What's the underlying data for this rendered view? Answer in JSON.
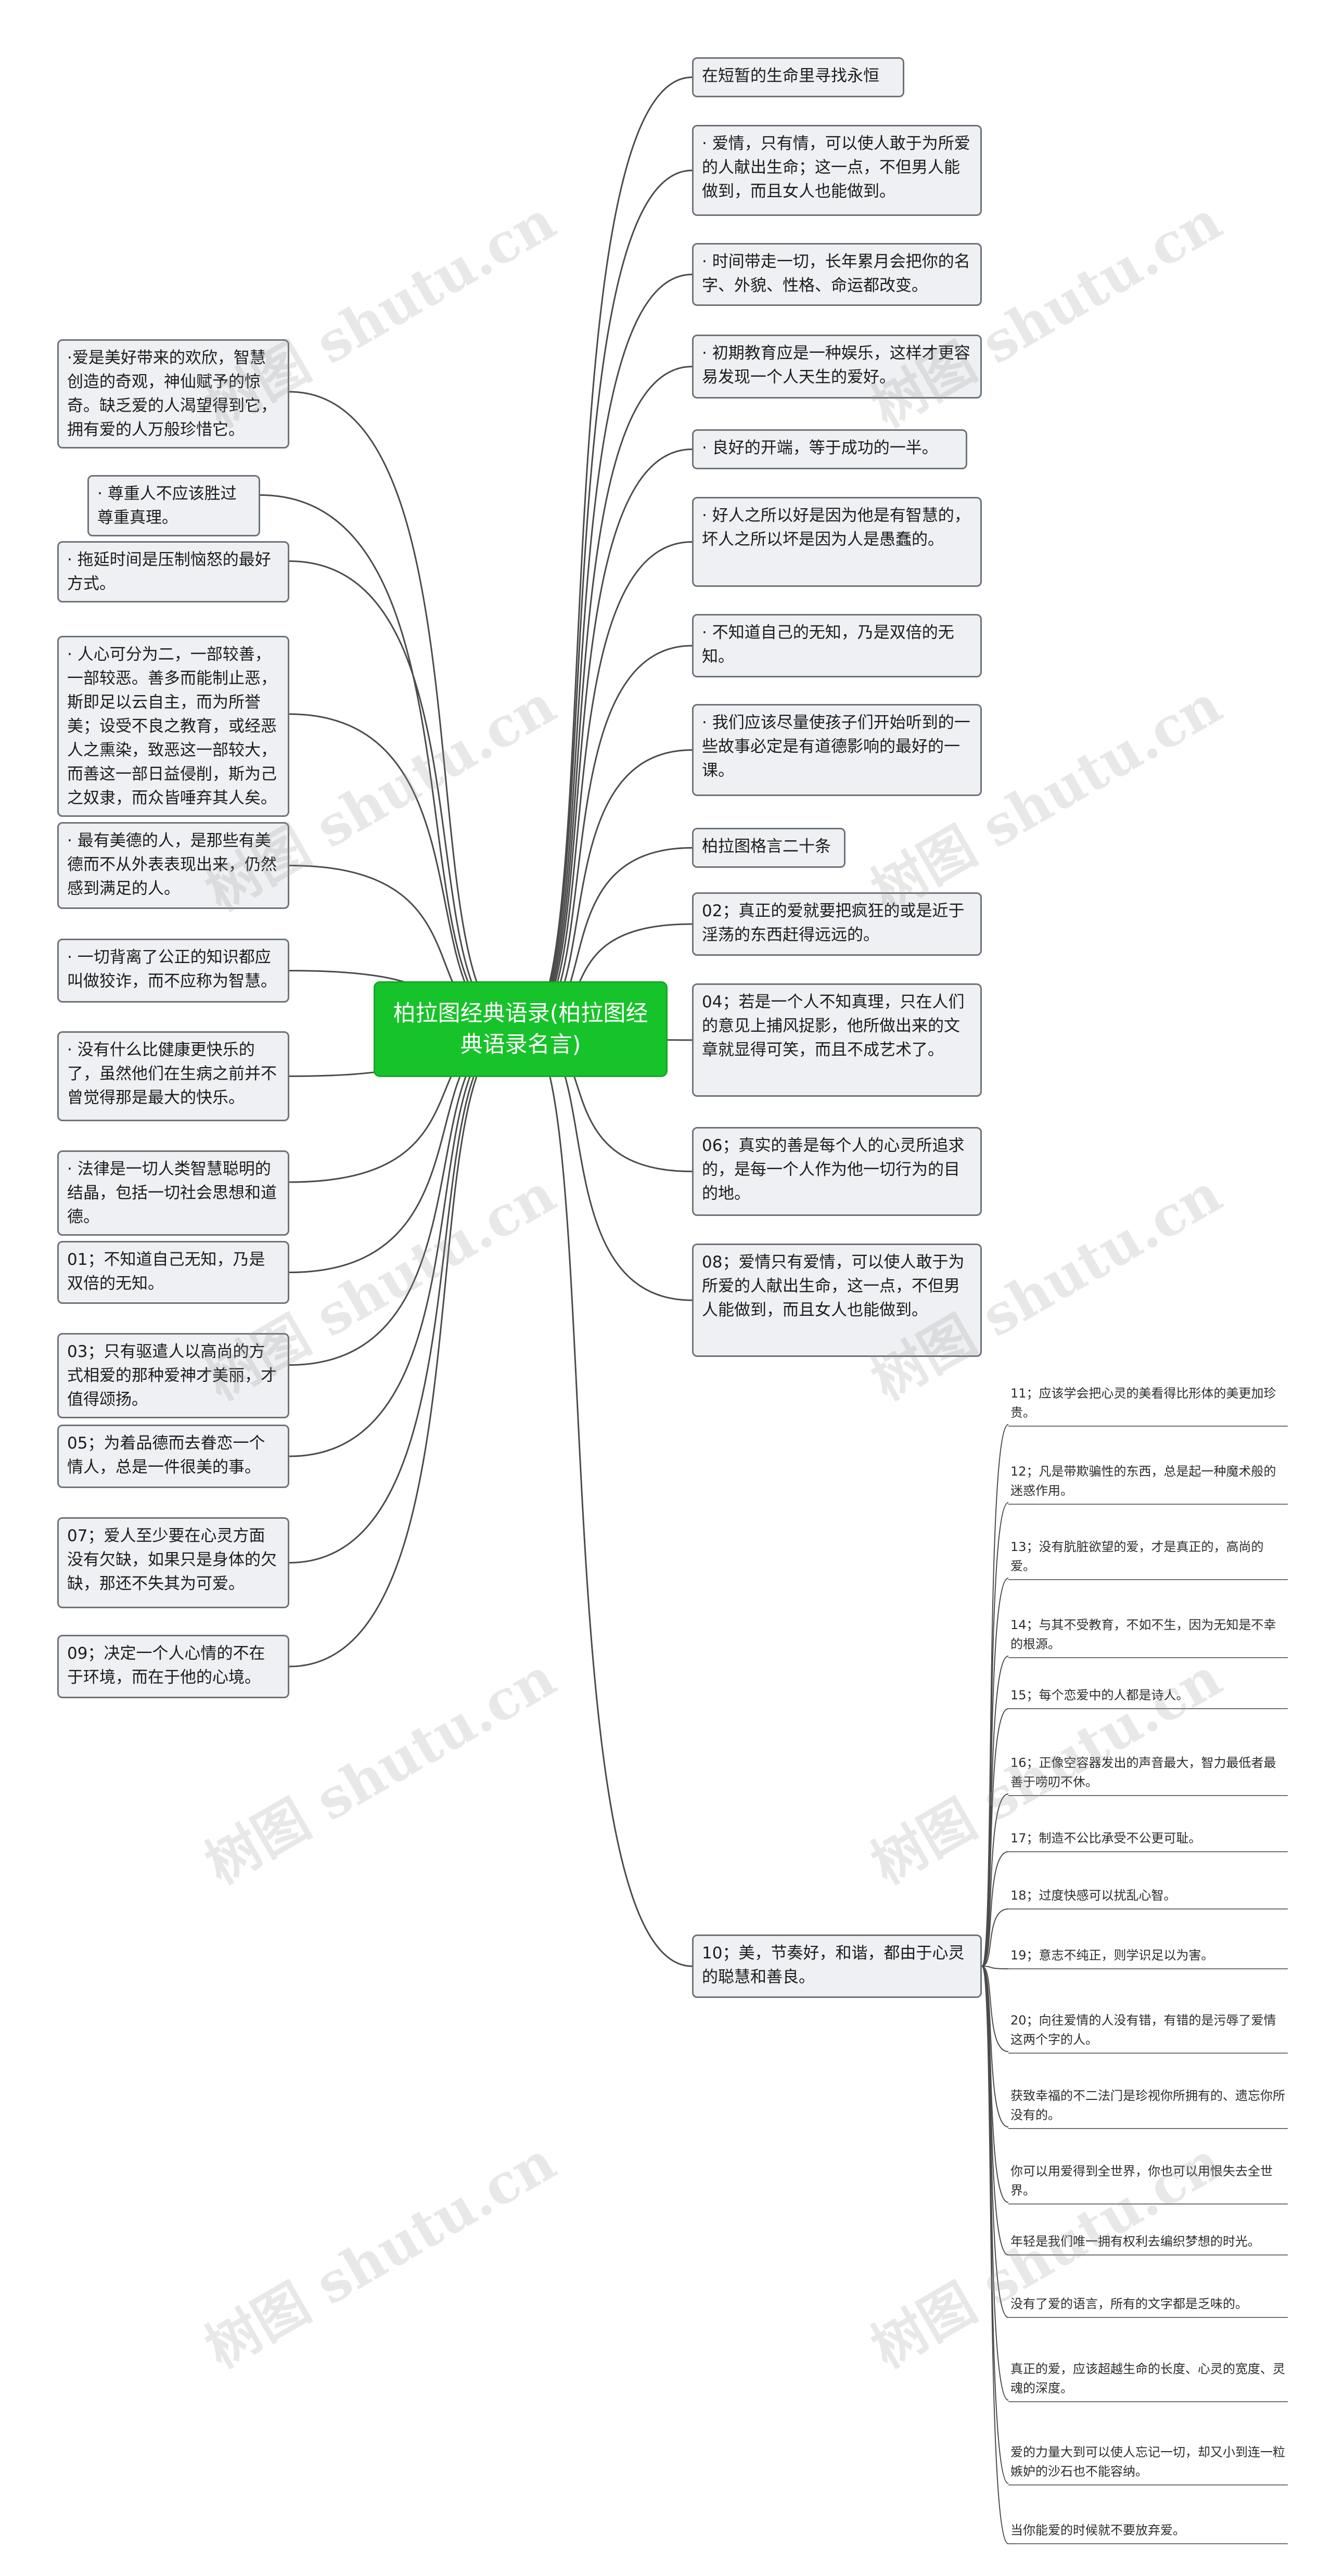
{
  "root": {
    "label": "柏拉图经典语录(柏拉图经典语录名言)"
  },
  "left_nodes": [
    "·爱是美好带来的欢欣，智慧创造的奇观，神仙赋予的惊奇。缺乏爱的人渴望得到它，拥有爱的人万般珍惜它。",
    "· 尊重人不应该胜过尊重真理。",
    "· 拖延时间是压制恼怒的最好方式。",
    "· 人心可分为二，一部较善，一部较恶。善多而能制止恶，斯即足以云自主，而为所誉美；设受不良之教育，或经恶人之熏染，致恶这一部较大，而善这一部日益侵削，斯为己之奴隶，而众皆唾弃其人矣。",
    "· 最有美德的人，是那些有美德而不从外表表现出来，仍然感到满足的人。",
    "· 一切背离了公正的知识都应叫做狡诈，而不应称为智慧。",
    "· 没有什么比健康更快乐的了，虽然他们在生病之前并不曾觉得那是最大的快乐。",
    "· 法律是一切人类智慧聪明的结晶，包括一切社会思想和道德。",
    "01；不知道自己无知，乃是双倍的无知。",
    "03；只有驱遣人以高尚的方式相爱的那种爱神才美丽，才值得颂扬。",
    "05；为着品德而去眷恋一个情人，总是一件很美的事。",
    "07；爱人至少要在心灵方面没有欠缺，如果只是身体的欠缺，那还不失其为可爱。",
    "09；决定一个人心情的不在于环境，而在于他的心境。"
  ],
  "right_nodes": [
    "在短暂的生命里寻找永恒",
    "· 爱情，只有情，可以使人敢于为所爱的人献出生命；这一点，不但男人能做到，而且女人也能做到。",
    "· 时间带走一切，长年累月会把你的名字、外貌、性格、命运都改变。",
    "· 初期教育应是一种娱乐，这样才更容易发现一个人天生的爱好。",
    "· 良好的开端，等于成功的一半。",
    "· 好人之所以好是因为他是有智慧的，坏人之所以坏是因为人是愚蠢的。",
    "· 不知道自己的无知，乃是双倍的无知。",
    "· 我们应该尽量使孩子们开始听到的一些故事必定是有道德影响的最好的一课。",
    "柏拉图格言二十条",
    "02；真正的爱就要把疯狂的或是近于淫荡的东西赶得远远的。",
    "04；若是一个人不知真理，只在人们的意见上捕风捉影，他所做出来的文章就显得可笑，而且不成艺术了。",
    "06；真实的善是每个人的心灵所追求的，是每一个人作为他一切行为的目的地。",
    "08；爱情只有爱情，可以使人敢于为所爱的人献出生命，这一点，不但男人能做到，而且女人也能做到。",
    "10；美，节奏好，和谐，都由于心灵的聪慧和善良。"
  ],
  "leaf_nodes": [
    "11；应该学会把心灵的美看得比形体的美更加珍贵。",
    "12；凡是带欺骗性的东西，总是起一种魔术般的迷惑作用。",
    "13；没有肮脏欲望的爱，才是真正的，高尚的爱。",
    "14；与其不受教育，不如不生，因为无知是不幸的根源。",
    "15；每个恋爱中的人都是诗人。",
    "16；正像空容器发出的声音最大，智力最低者最善于唠叨不休。",
    "17；制造不公比承受不公更可耻。",
    "18；过度快感可以扰乱心智。",
    "19；意志不纯正，则学识足以为害。",
    "20；向往爱情的人没有错，有错的是污辱了爱情这两个字的人。",
    "获致幸福的不二法门是珍视你所拥有的、遗忘你所没有的。",
    "你可以用爱得到全世界，你也可以用恨失去全世界。",
    "年轻是我们唯一拥有权利去编织梦想的时光。",
    "没有了爱的语言，所有的文字都是乏味的。",
    "真正的爱，应该超越生命的长度、心灵的宽度、灵魂的深度。",
    "爱的力量大到可以使人忘记一切，却又小到连一粒嫉妒的沙石也不能容纳。",
    "当你能爱的时候就不要放弃爱。"
  ],
  "watermark": {
    "text": "树图 shutu.cn"
  },
  "colors": {
    "root_bg": "#17c32a",
    "node_bg": "#eef0f3",
    "node_border": "#6e7378",
    "link": "#4b4b4b"
  }
}
